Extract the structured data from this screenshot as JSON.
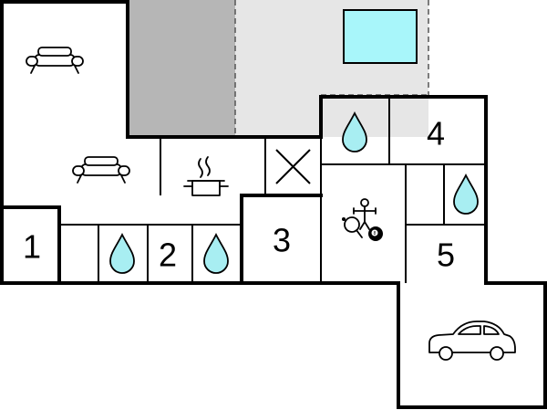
{
  "floor_plan": {
    "room_labels": [
      {
        "id": "room-1",
        "label": "1"
      },
      {
        "id": "room-2",
        "label": "2"
      },
      {
        "id": "room-3",
        "label": "3"
      },
      {
        "id": "room-4",
        "label": "4"
      },
      {
        "id": "room-5",
        "label": "5"
      }
    ],
    "icons": [
      "sofa-icon",
      "cooking-pot-icon",
      "water-drop-icon",
      "table-football-icon",
      "ping-pong-icon",
      "billiard-ball-icon",
      "car-icon",
      "void-cross-icon",
      "pool-icon"
    ],
    "colors": {
      "wall": "#000000",
      "pool": "#a8f6fa",
      "dark_terrace": "#b6b6b6",
      "light_terrace": "#e6e6e6",
      "water_drop": "#a8eef2"
    }
  }
}
